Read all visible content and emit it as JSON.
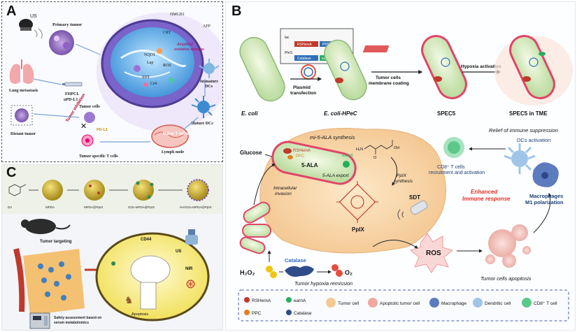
{
  "panel_a": {
    "letter": "A",
    "us": "US",
    "primary_tumor": "Primary tumor",
    "hmgb1": "HMGB1",
    "afp": "AFP",
    "crt": "CRT",
    "amplified": "Amplified",
    "oxidative": "oxidative damage",
    "nqo1": "NQO1",
    "lap": "Lap",
    "ros": "ROS",
    "sdt": "SDT",
    "ce6": "Ce6",
    "immature": "Immature",
    "dcs": "DCs",
    "mature_dcs": "Mature DCs",
    "lung_metastasis": "Lung metastasis",
    "fhpcl": "FHPCL",
    "apdl1": "αPD-L1",
    "tumor_inhibition": "Tumor inhibition",
    "tumor_cells": "Tumor cells",
    "pdl1": "PD-L1",
    "distant_tumor": "Distant tumor",
    "naive_t": "Naive T cells",
    "lymph_node": "Lymph node",
    "tumor_specific": "Tumor specific T cells"
  },
  "panel_b": {
    "letter": "B",
    "lac": "lac",
    "rshema": "RSHemA",
    "ppc": "PPC",
    "phrs": "PhrS",
    "catalase": "Catalase",
    "earna": "earnA",
    "ecoli": "E. coli",
    "plasmid": "Plasmid",
    "transfection": "transfection",
    "ecoli_hpec": "E. coli-HPeC",
    "tumor_cells": "Tumor cells",
    "membrane_coating": "membrane coating",
    "spec5": "SPEC5",
    "hypoxia": "Hypoxia activation",
    "spec5_tme": "SPEC5 in TME",
    "mi5ala": "mi-5-ALA synthesis",
    "glucose": "Glucose",
    "rshema2": "RSHemA",
    "ppc2": "PPC",
    "earna2": "earnA",
    "ala": "5-ALA",
    "ala_export": "5-ALA export",
    "ppix_syn1": "PpIX",
    "ppix_syn2": "synthesis",
    "intracellular1": "Intracellular",
    "intracellular2": "invasion",
    "ppix": "PpIX",
    "sdt": "SDT",
    "ros": "ROS",
    "h2o2": "H₂O₂",
    "catalase2": "Catalase",
    "o2": "O₂",
    "hypoxia_remission": "Tumor hypoxia remission",
    "apoptosis": "Tumor cells apoptosis",
    "relief": "Relief of immune suppression",
    "dcs_activation": "DCs activation",
    "cd8_1": "CD8⁺ T cells",
    "cd8_2": "recruitment and activation",
    "enhanced1": "Enhanced",
    "enhanced2": "Immune response",
    "macro1": "Macrophages",
    "macro2": "M1 polarization",
    "legend": [
      {
        "label": "RSHemA",
        "color": "#c0392b"
      },
      {
        "label": "PPC",
        "color": "#e67e22"
      },
      {
        "label": "earnA",
        "color": "#27ae60"
      },
      {
        "label": "Catalase",
        "color": "#2e4c8a"
      },
      {
        "label": "Tumor cell",
        "color": "#f4c994"
      },
      {
        "label": "Apoptotic tumor cell",
        "color": "#f0a8a0"
      },
      {
        "label": "Macrophage",
        "color": "#5d7bbf"
      },
      {
        "label": "Dendritic cell",
        "color": "#9fc5e8"
      },
      {
        "label": "CD8⁺ T cell",
        "color": "#5cc98a"
      }
    ]
  },
  "panel_c": {
    "letter": "C",
    "steps": [
      "DA",
      "MPDA",
      "MPDA@PpIX",
      "GOx-MPDA@PpIX",
      "HA/GOx-MPDA@PpIX"
    ],
    "tumor_targeting": "Tumor targeting",
    "cd44": "CD44",
    "us": "US",
    "nir": "NIR",
    "apoptosis": "Apoptosis",
    "safety1": "Safety assessment based on",
    "safety2": "serum metabolomics"
  }
}
